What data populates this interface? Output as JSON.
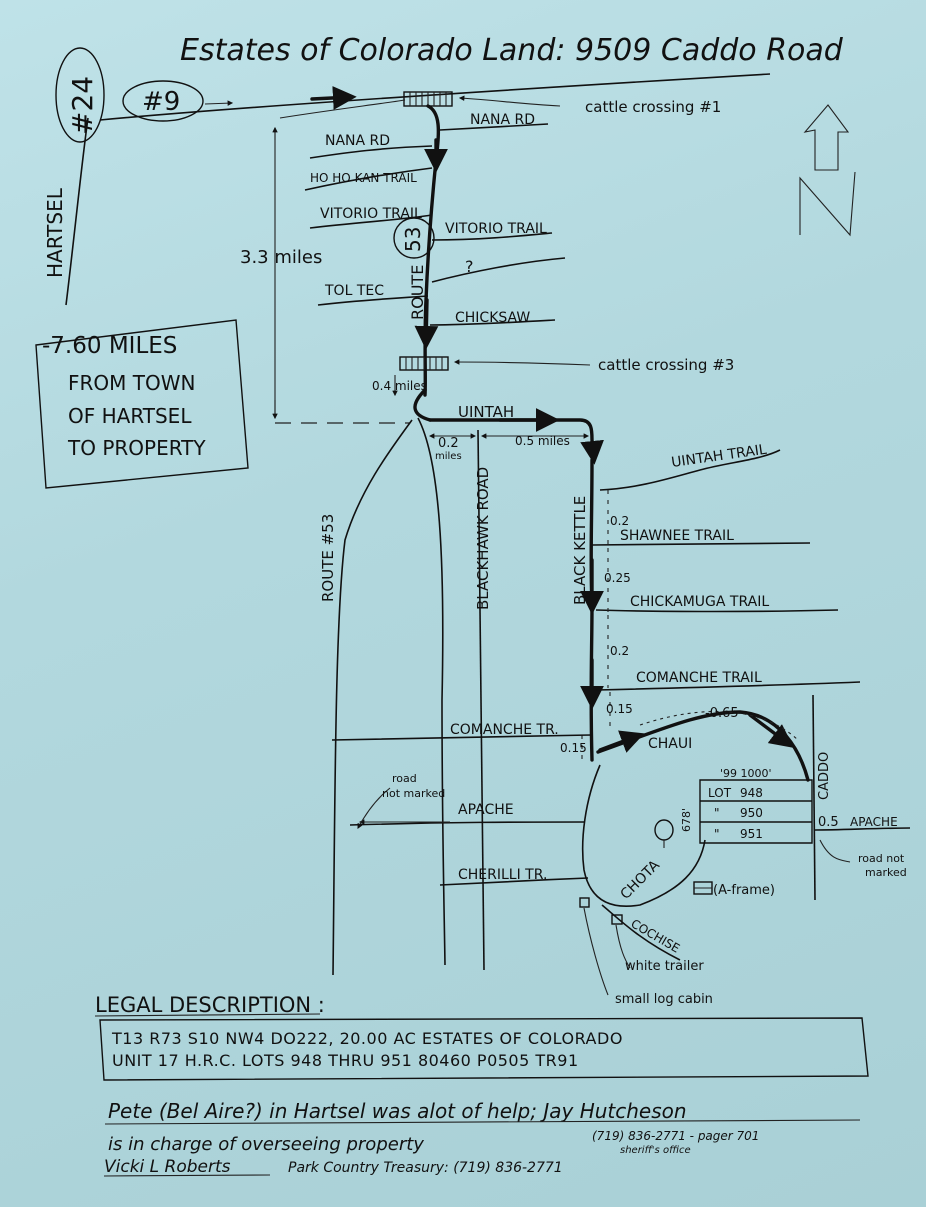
{
  "title": "Estates of Colorado Land: 9509 Caddo Road",
  "north": "N",
  "highways": {
    "hwy24": "#24",
    "hwy9": "#9",
    "town": "HARTSEL"
  },
  "route53": {
    "badge": "53",
    "label_a": "ROUTE",
    "label_b": "ROUTE #53"
  },
  "roads_upper": [
    "NANA RD",
    "NANA RD",
    "HO HO KAN TRAIL",
    "VITORIO TRAIL",
    "VITORIO TRAIL",
    "?",
    "TOL TEC",
    "CHICKSAW"
  ],
  "cattle": {
    "first": "cattle crossing #1",
    "third": "cattle crossing #3"
  },
  "distances": {
    "main": "3.3 miles",
    "d04": "0.4 miles",
    "d02": "0.2",
    "d02b": "miles",
    "d05": "0.5 miles",
    "s1": "0.2",
    "s2": "0.25",
    "s3": "0.2",
    "s4": "0.15",
    "s5": "0.15",
    "chaui": "-0.65",
    "caddo": "0.5"
  },
  "box_note": [
    "-7.60 MILES",
    "FROM TOWN",
    "OF HARTSEL",
    "TO PROPERTY"
  ],
  "roads_lower": {
    "uintah": "UINTAH",
    "blackhawk": "BLACKHAWK ROAD",
    "black_kettle": "BLACK KETTLE",
    "uintah_trail": "UINTAH TRAIL",
    "shawnee": "SHAWNEE TRAIL",
    "chickamuga": "CHICKAMUGA TRAIL",
    "comanche_trail": "COMANCHE TRAIL",
    "comanche_tr": "COMANCHE TR.",
    "chaui": "CHAUI",
    "apache": "APACHE",
    "apache_right": "APACHE",
    "cherilli": "CHERILLI TR.",
    "chota": "CHOTA",
    "cochise": "COCHISE",
    "caddo": "CADDO",
    "road_not_marked_a": [
      "road",
      "not marked"
    ],
    "road_not_marked_b": [
      "road not",
      "marked"
    ]
  },
  "lots": {
    "header": "'99 1000'",
    "side": "678'",
    "rows": [
      {
        "lot": "LOT",
        "num": "948"
      },
      {
        "lot": "\"",
        "num": "950"
      },
      {
        "lot": "\"",
        "num": "951"
      }
    ]
  },
  "markers": {
    "aframe": "(A-frame)",
    "trailer": "white trailer",
    "cabin": "small log cabin"
  },
  "legal": {
    "heading": "LEGAL DESCRIPTION :",
    "line1": "T13  R73  S10  NW4  DO222,  20.00 AC  ESTATES OF COLORADO",
    "line2": "UNIT 17  H.R.C.  LOTS  948  THRU  951    80460  P0505  TR91"
  },
  "notes": {
    "line1": "Pete (Bel Aire?) in Hartsel was alot of help; Jay Hutcheson",
    "line2": "is in charge of overseeing property",
    "phone": "(719) 836-2771 - pager 701",
    "sheriff": "sheriff's office",
    "line3a": "Vicki L Roberts",
    "line3b": "Park Country Treasury: (719) 836-2771"
  }
}
